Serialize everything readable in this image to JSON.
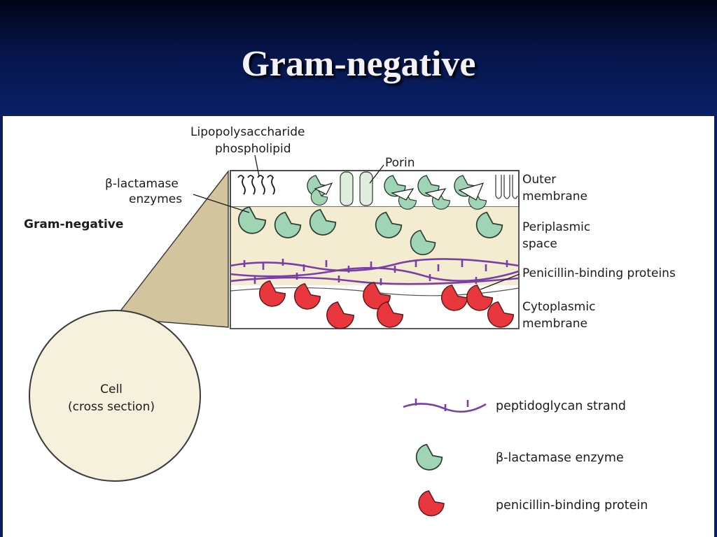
{
  "slide": {
    "title": "Gram-negative"
  },
  "diagram": {
    "section_label": "Gram-negative",
    "labels": {
      "lipopolysaccharide": "Lipopolysaccharide",
      "phospholipid": "phospholipid",
      "porin": "Porin",
      "beta_lactamase_line1": "β-lactamase",
      "beta_lactamase_line2": "enzymes",
      "outer_membrane_line1": "Outer",
      "outer_membrane_line2": "membrane",
      "periplasmic_line1": "Periplasmic",
      "periplasmic_line2": "space",
      "pbp": "Penicillin-binding proteins",
      "cytoplasmic_line1": "Cytoplasmic",
      "cytoplasmic_line2": "membrane"
    },
    "cell": {
      "line1": "Cell",
      "line2": "(cross section)"
    },
    "legend": {
      "items": [
        {
          "name": "peptidoglycan-strand",
          "label": "peptidoglycan strand"
        },
        {
          "name": "beta-lactamase-enzyme",
          "label": "β-lactamase enzyme"
        },
        {
          "name": "penicillin-binding-protein",
          "label": "penicillin-binding protein"
        }
      ]
    },
    "colors": {
      "header_top": "#020417",
      "header_bottom": "#0a2166",
      "enzyme_green": "#9fd4b4",
      "pbp_red": "#e8383e",
      "peptidoglycan_purple": "#7a3fa6",
      "periplasm_fill": "#f3ecd0",
      "wedge_fill": "#d2c49c",
      "cell_fill": "#f6f1dc"
    }
  }
}
